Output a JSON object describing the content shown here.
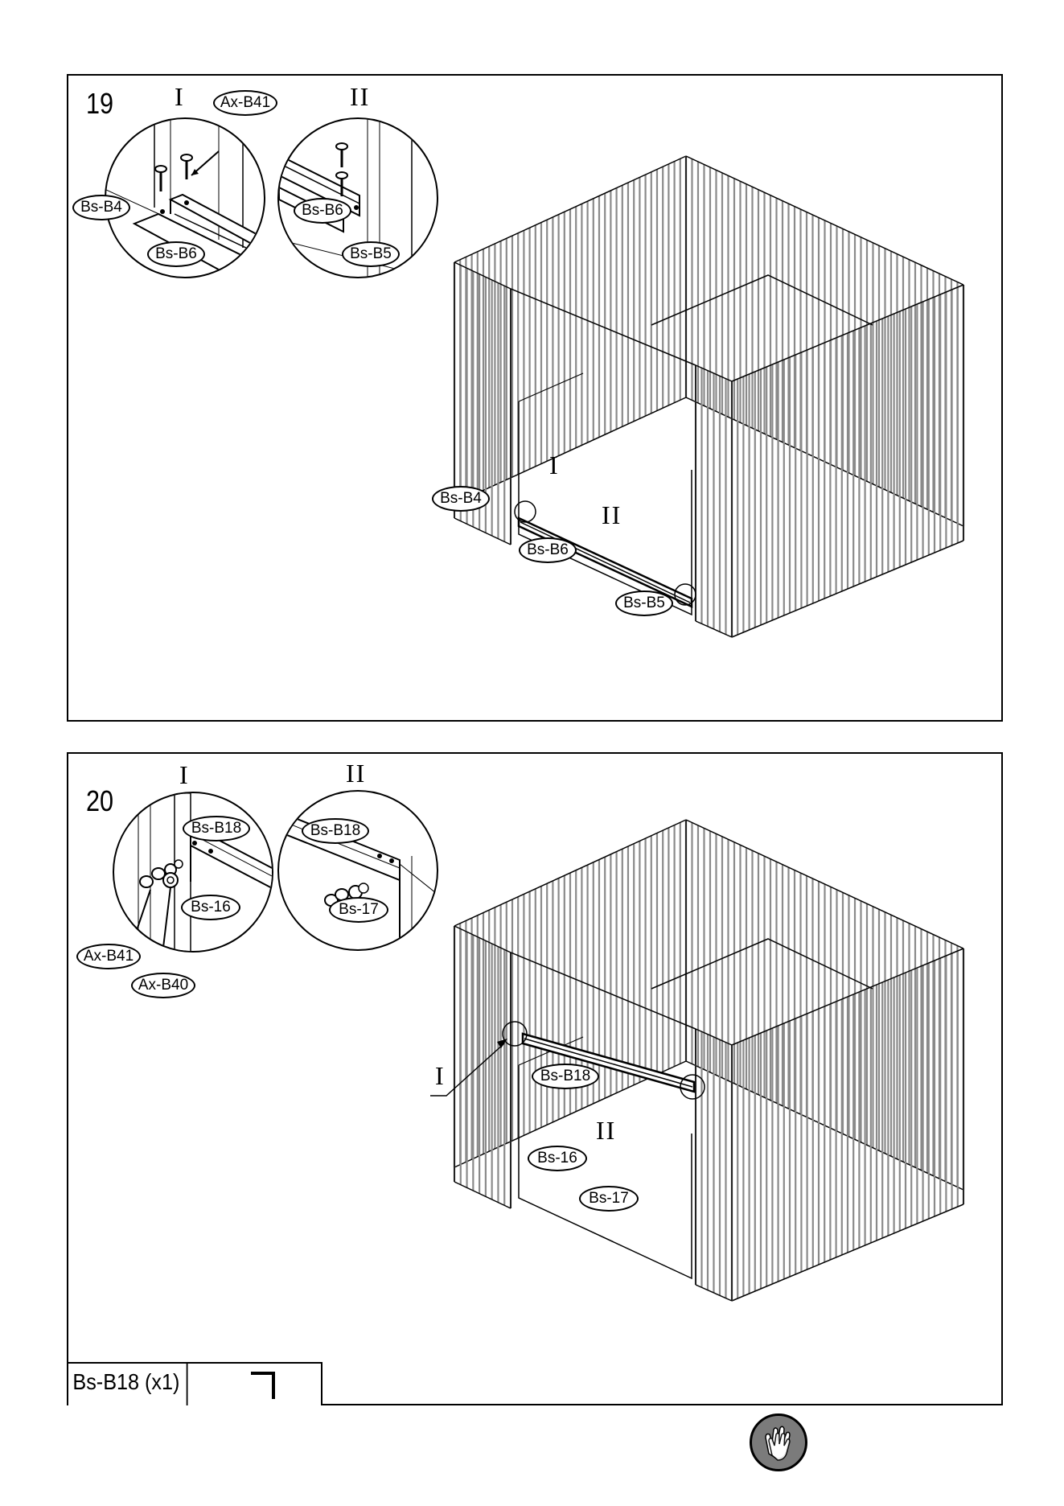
{
  "steps": [
    {
      "number": "19",
      "detail_roman": [
        "I",
        "II"
      ],
      "detail_I_callouts": [
        "Ax-B41",
        "Bs-B4",
        "Bs-B6"
      ],
      "detail_II_callouts": [
        "Bs-B6",
        "Bs-B5"
      ],
      "main_roman": [
        "I",
        "II"
      ],
      "main_callouts": [
        "Bs-B4",
        "Bs-B6",
        "Bs-B5"
      ]
    },
    {
      "number": "20",
      "detail_roman": [
        "I",
        "II"
      ],
      "detail_I_callouts": [
        "Bs-B18",
        "Bs-16",
        "Ax-B41",
        "Ax-B40"
      ],
      "detail_II_callouts": [
        "Bs-B18",
        "Bs-17"
      ],
      "main_roman": [
        "I",
        "II"
      ],
      "main_callouts": [
        "Bs-B18",
        "Bs-16",
        "Bs-17"
      ],
      "parts": [
        {
          "label": "Bs-B18 (x1)",
          "icon": "angle-profile-icon"
        }
      ]
    }
  ],
  "footer": {
    "icon": "gloves-icon"
  },
  "colors": {
    "line": "#000000",
    "walls": "#8a8a8a",
    "badge": "#7b7b7b"
  }
}
